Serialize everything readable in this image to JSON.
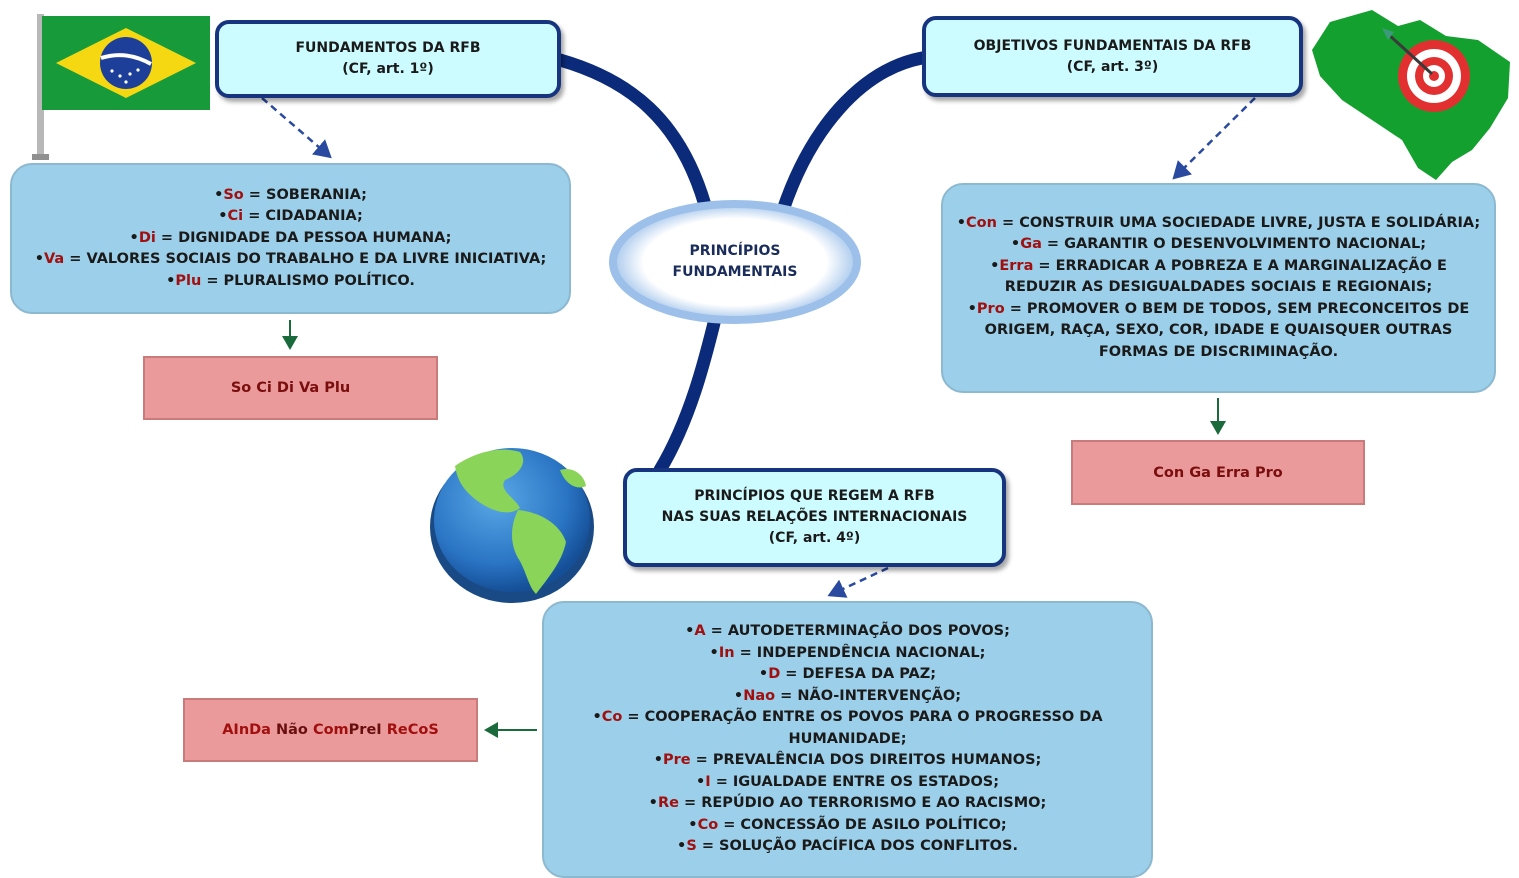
{
  "center": {
    "line1": "PRINCÍPIOS",
    "line2": "FUNDAMENTAIS"
  },
  "fundamentos": {
    "title": "FUNDAMENTOS DA RFB",
    "subtitle": "(CF, art. 1º)",
    "items": [
      {
        "abbr": "So",
        "text": " = SOBERANIA;"
      },
      {
        "abbr": "Ci",
        "text": " = CIDADANIA;"
      },
      {
        "abbr": "Di",
        "text": " = DIGNIDADE DA PESSOA HUMANA;"
      },
      {
        "abbr": "Va",
        "text": " = VALORES SOCIAIS DO TRABALHO E DA LIVRE INICIATIVA;"
      },
      {
        "abbr": "Plu",
        "text": " = PLURALISMO POLÍTICO."
      }
    ],
    "mnemonic": "So Ci Di Va Plu"
  },
  "objetivos": {
    "title": "OBJETIVOS FUNDAMENTAIS DA RFB",
    "subtitle": "(CF, art. 3º)",
    "items": [
      {
        "abbr": "Con",
        "text": " = CONSTRUIR UMA SOCIEDADE LIVRE, JUSTA E SOLIDÁRIA;"
      },
      {
        "abbr": "Ga",
        "text": " = GARANTIR O DESENVOLVIMENTO NACIONAL;"
      },
      {
        "abbr": "Erra",
        "text": " = ERRADICAR A POBREZA E A MARGINALIZAÇÃO E REDUZIR AS DESIGUALDADES SOCIAIS E REGIONAIS;"
      },
      {
        "abbr": "Pro",
        "text": " = PROMOVER O BEM DE TODOS, SEM PRECONCEITOS DE ORIGEM, RAÇA, SEXO, COR, IDADE E QUAISQUER OUTRAS FORMAS DE DISCRIMINAÇÃO."
      }
    ],
    "mnemonic": "Con Ga Erra Pro"
  },
  "principios": {
    "line1": "PRINCÍPIOS QUE REGEM A RFB",
    "line2": "NAS SUAS RELAÇÕES INTERNACIONAIS",
    "line3": "(CF, art. 4º)",
    "items": [
      {
        "abbr": "A",
        "text": " = AUTODETERMINAÇÃO DOS POVOS;"
      },
      {
        "abbr": "In",
        "text": " = INDEPENDÊNCIA NACIONAL;"
      },
      {
        "abbr": "D",
        "text": " = DEFESA DA PAZ;"
      },
      {
        "abbr": "Nao",
        "text": " = NÃO-INTERVENÇÃO;"
      },
      {
        "abbr": "Co",
        "text": " = COOPERAÇÃO ENTRE OS POVOS PARA O PROGRESSO DA HUMANIDADE;"
      },
      {
        "abbr": "Pre",
        "text": " = PREVALÊNCIA DOS DIREITOS HUMANOS;"
      },
      {
        "abbr": "I",
        "text": " = IGUALDADE ENTRE OS ESTADOS;"
      },
      {
        "abbr": "Re",
        "text": " = REPÚDIO AO TERRORISMO E AO RACISMO;"
      },
      {
        "abbr": "Co",
        "text": " = CONCESSÃO DE ASILO POLÍTICO;"
      },
      {
        "abbr": "S",
        "text": " = SOLUÇÃO PACÍFICA DOS CONFLITOS."
      }
    ],
    "mnemonic": [
      {
        "text": "AInDa ",
        "style": "red"
      },
      {
        "text": "Não ",
        "style": "dark"
      },
      {
        "text": "Com",
        "style": "red"
      },
      {
        "text": "PreI ",
        "style": "dark"
      },
      {
        "text": "ReCoS",
        "style": "red"
      }
    ]
  },
  "colors": {
    "header_border": "#17357e",
    "header_fill": "#ccfcff",
    "content_fill": "#9ccfe9",
    "mnemonic_fill": "#ea9a9a",
    "abbr_red": "#a10f0f",
    "branch_navy": "#0c2a7a",
    "arrow_green": "#1a6a3c"
  },
  "icons": [
    "brazil-flag-icon",
    "brazil-map-target-icon",
    "globe-icon"
  ]
}
